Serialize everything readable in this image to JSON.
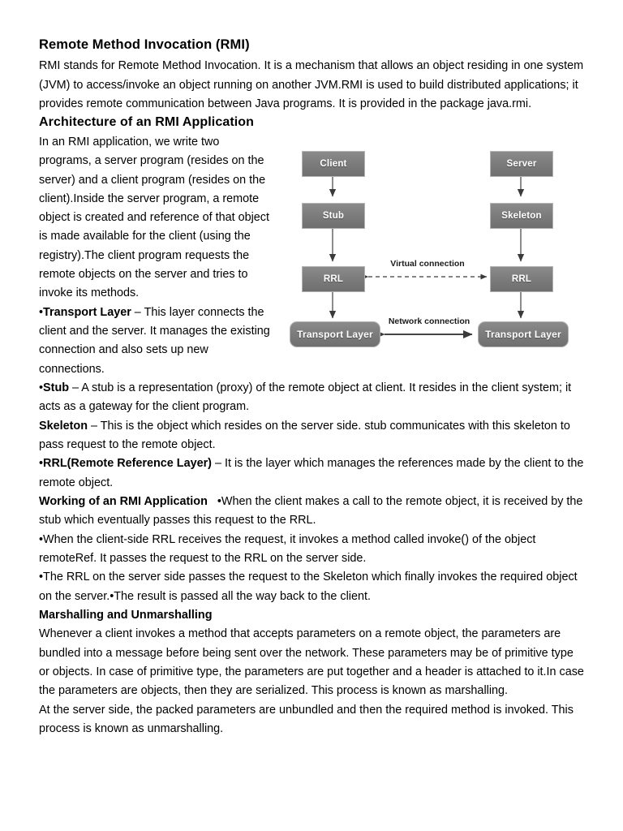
{
  "document": {
    "title": "Remote Method Invocation (RMI)",
    "intro": "RMI stands for Remote Method Invocation. It is a mechanism that allows an object residing in one system (JVM) to access/invoke an object running on another JVM.RMI is used to build distributed applications; it provides remote communication between Java programs. It is provided in the package java.rmi.",
    "architecture_heading": "Architecture of an RMI Application",
    "architecture_intro": "In an RMI application, we write two programs, a server program (resides on the server) and a client program (resides on the client).Inside the server program, a remote object is created and reference of that object is made available for the client (using the registry).The client program requests the remote objects on the server and tries to invoke its methods.",
    "bullets": [
      {
        "marker": "•",
        "term": "Transport Layer",
        "dash": " – ",
        "text": "This layer connects the client and the server. It manages the existing connection and also sets up new connections."
      },
      {
        "marker": "•",
        "term": "Stub",
        "dash": " – ",
        "text": "A stub is a representation (proxy) of the remote object at client. It resides in the client system; it acts as a gateway for the client program."
      },
      {
        "marker": "",
        "term": "Skeleton",
        "dash": " – ",
        "text": "This is the object which resides on the server side. stub communicates with this skeleton to pass request to the remote object."
      },
      {
        "marker": "•",
        "term": "RRL(Remote Reference Layer)",
        "dash": " – ",
        "text": "It is the layer which manages the references made by the client to the remote object."
      }
    ],
    "working_heading": "Working of an RMI Application",
    "working_items": [
      "•When the client makes a call to the remote object, it is received by the stub which eventually passes this request to the RRL.",
      "•When the client-side RRL receives the request, it invokes a method called invoke() of the object remoteRef. It passes the request to the RRL on the server side.",
      "•The RRL on the server side passes the request to the Skeleton which finally invokes the required object on the server.•The result is passed all the way back to the client."
    ],
    "marshalling_heading": "Marshalling and Unmarshalling",
    "marshalling_para_1": "Whenever a client invokes a method that accepts parameters on a remote object, the parameters are bundled into a message before being sent over the network. These parameters may be of primitive type or objects. In case of primitive type, the parameters are put together and a header is attached to it.In case the parameters are objects, then they are serialized. This process is known as marshalling.",
    "marshalling_para_2": "At the server side, the packed parameters are unbundled and then the required method is invoked. This process is known as unmarshalling."
  },
  "diagram": {
    "boxes": {
      "client": "Client",
      "stub": "Stub",
      "rrl_left": "RRL",
      "transport_left": "Transport Layer",
      "server": "Server",
      "skeleton": "Skeleton",
      "rrl_right": "RRL",
      "transport_right": "Transport Layer"
    },
    "labels": {
      "virtual": "Virtual connection",
      "network": "Network connection"
    },
    "colors": {
      "box_fill_top": "#8b8b8b",
      "box_fill_bottom": "#6f6f6f",
      "box_border": "#b3b3b3",
      "box_text": "#ffffff",
      "arrow": "#3a3a3a"
    }
  }
}
